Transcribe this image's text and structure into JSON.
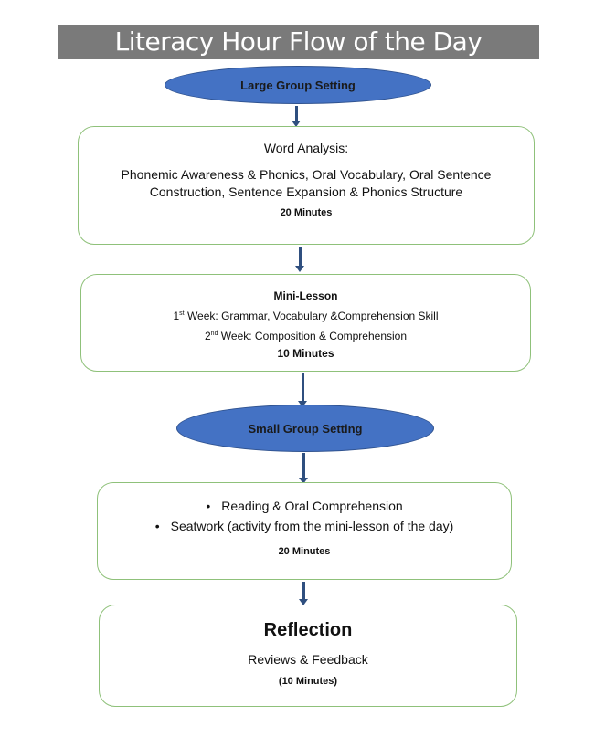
{
  "title": "Literacy Hour Flow of the Day",
  "settings": {
    "large": "Large Group Setting",
    "small": "Small Group Setting"
  },
  "word_analysis": {
    "heading": "Word Analysis:",
    "line1": "Phonemic Awareness & Phonics, Oral Vocabulary, Oral Sentence",
    "line2": "Construction, Sentence Expansion & Phonics Structure",
    "duration": "20 Minutes"
  },
  "mini_lesson": {
    "heading": "Mini-Lesson",
    "week1_num": "1",
    "week1_sup": "st",
    "week1_text": " Week: Grammar, Vocabulary &Comprehension Skill",
    "week2_num": "2",
    "week2_sup": "nd",
    "week2_text": " Week: Composition & Comprehension",
    "duration": "10 Minutes"
  },
  "small_group": {
    "items": [
      "Reading & Oral Comprehension",
      "Seatwork (activity from the mini-lesson of the day)"
    ],
    "duration": "20 Minutes"
  },
  "reflection": {
    "heading": "Reflection",
    "subtitle": "Reviews & Feedback",
    "duration": "(10 Minutes)"
  },
  "colors": {
    "title_bg": "#7a7a7a",
    "ellipse_fill": "#4472c4",
    "box_border": "#8fc17a",
    "arrow": "#2f4f7f"
  }
}
